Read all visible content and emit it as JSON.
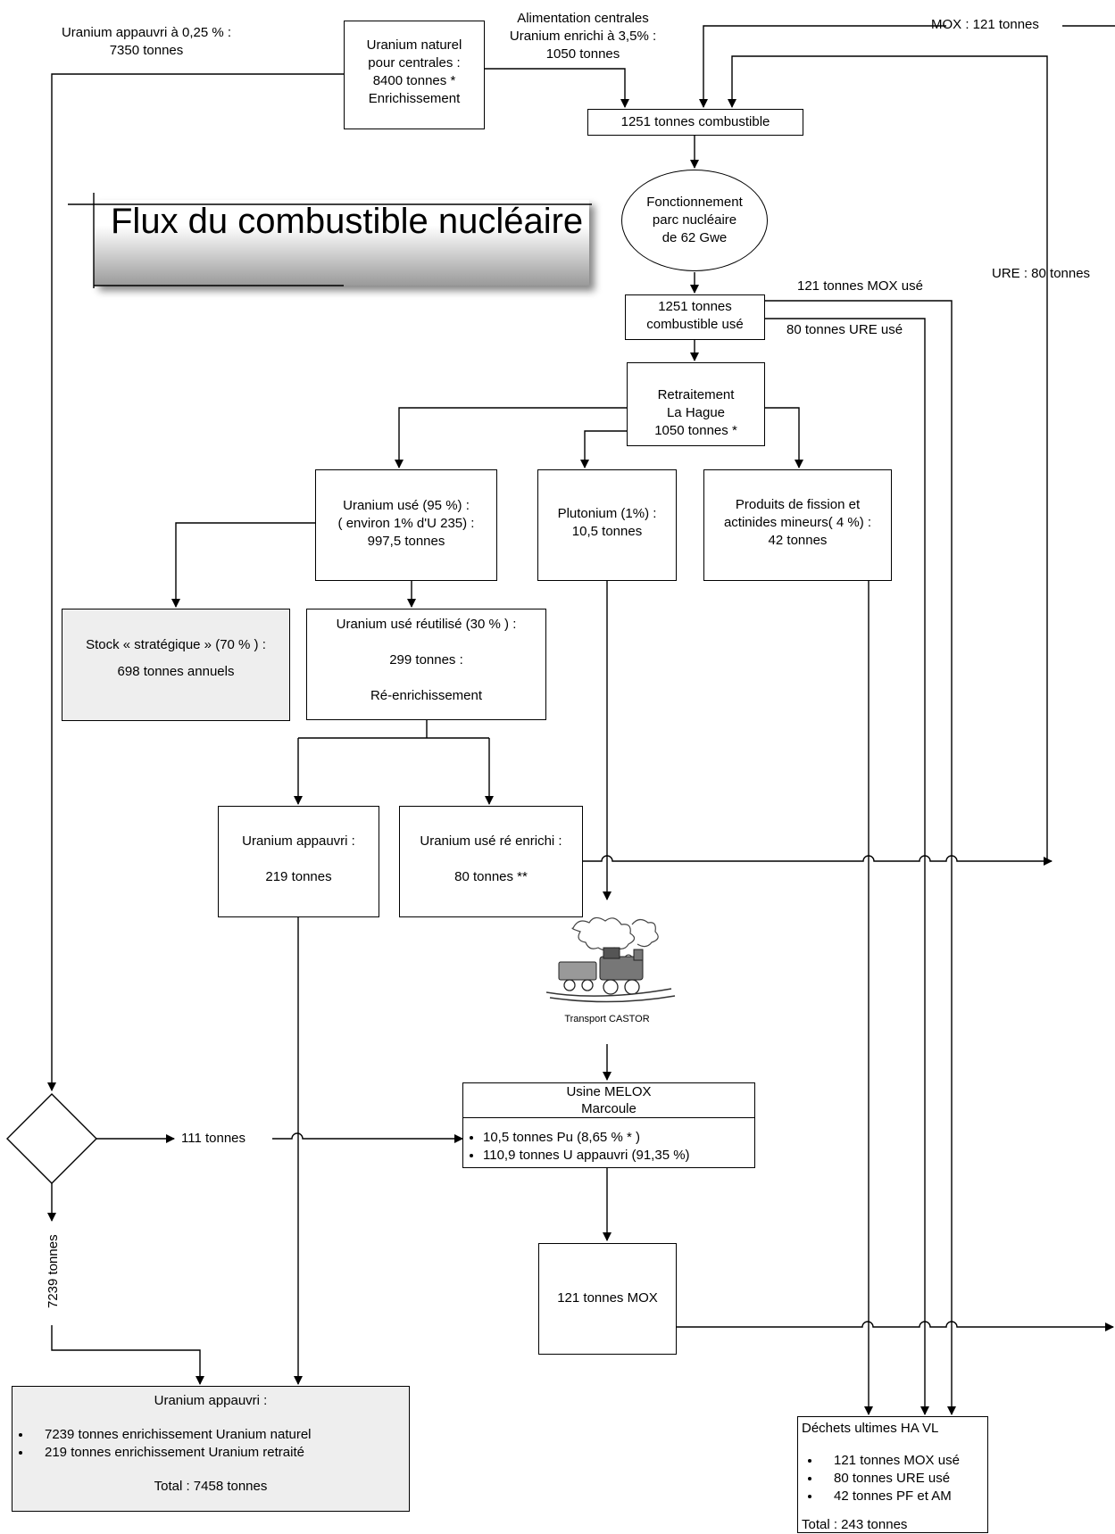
{
  "title": "Flux du combustible nucléaire",
  "labels": {
    "depleted_top": [
      "Uranium appauvri à 0,25 % :",
      "7350 tonnes"
    ],
    "alimentation": [
      "Alimentation centrales",
      "Uranium enrichi à 3,5% :",
      "1050 tonnes"
    ],
    "mox_in": "MOX : 121 tonnes",
    "ure_in": "URE : 80 tonnes",
    "mox_used": "121 tonnes MOX usé",
    "ure_used": "80 tonnes URE usé",
    "tonnes_111": "111 tonnes",
    "tonnes_7239": "7239 tonnes",
    "castor": "Transport CASTOR"
  },
  "nodes": {
    "natural_uranium": [
      "Uranium naturel",
      "pour centrales :",
      "8400 tonnes *",
      "Enrichissement"
    ],
    "fuel": "1251 tonnes combustible",
    "fleet": [
      "Fonctionnement",
      "parc nucléaire",
      "de 62 Gwe"
    ],
    "used_fuel": [
      "1251 tonnes",
      "combustible usé"
    ],
    "reprocessing": [
      "Retraitement",
      "La Hague",
      "1050 tonnes *"
    ],
    "used_uranium": [
      "Uranium usé (95 %) :",
      "( environ 1% d'U 235) :",
      "997,5 tonnes"
    ],
    "plutonium": [
      "Plutonium (1%) :",
      "10,5 tonnes"
    ],
    "fission_products": [
      "Produits de fission et",
      "actinides mineurs( 4 %) :",
      "42 tonnes"
    ],
    "strategic_stock": [
      "Stock « stratégique » (70 % ) :",
      "698 tonnes annuels"
    ],
    "reused_uranium": [
      "Uranium usé réutilisé (30 % ) :",
      "299 tonnes :",
      "Ré-enrichissement"
    ],
    "depleted_219": [
      "Uranium appauvri :",
      "219 tonnes"
    ],
    "reenriched": [
      "Uranium usé  ré enrichi :",
      "80 tonnes **"
    ],
    "melox": {
      "title": [
        "Usine MELOX",
        "Marcoule"
      ],
      "items": [
        "10,5 tonnes Pu (8,65 % * )",
        "110,9 tonnes U appauvri (91,35 %)"
      ]
    },
    "mox_121": "121 tonnes MOX",
    "depleted_total": {
      "title": "Uranium appauvri :",
      "items": [
        "7239 tonnes enrichissement Uranium naturel",
        "219 tonnes enrichissement Uranium retraité"
      ],
      "total": "Total : 7458 tonnes"
    },
    "waste": {
      "title": "Déchets ultimes HA VL",
      "items": [
        "121 tonnes MOX usé",
        "80 tonnes URE usé",
        "42 tonnes PF et AM"
      ],
      "total": "Total : 243 tonnes"
    }
  }
}
